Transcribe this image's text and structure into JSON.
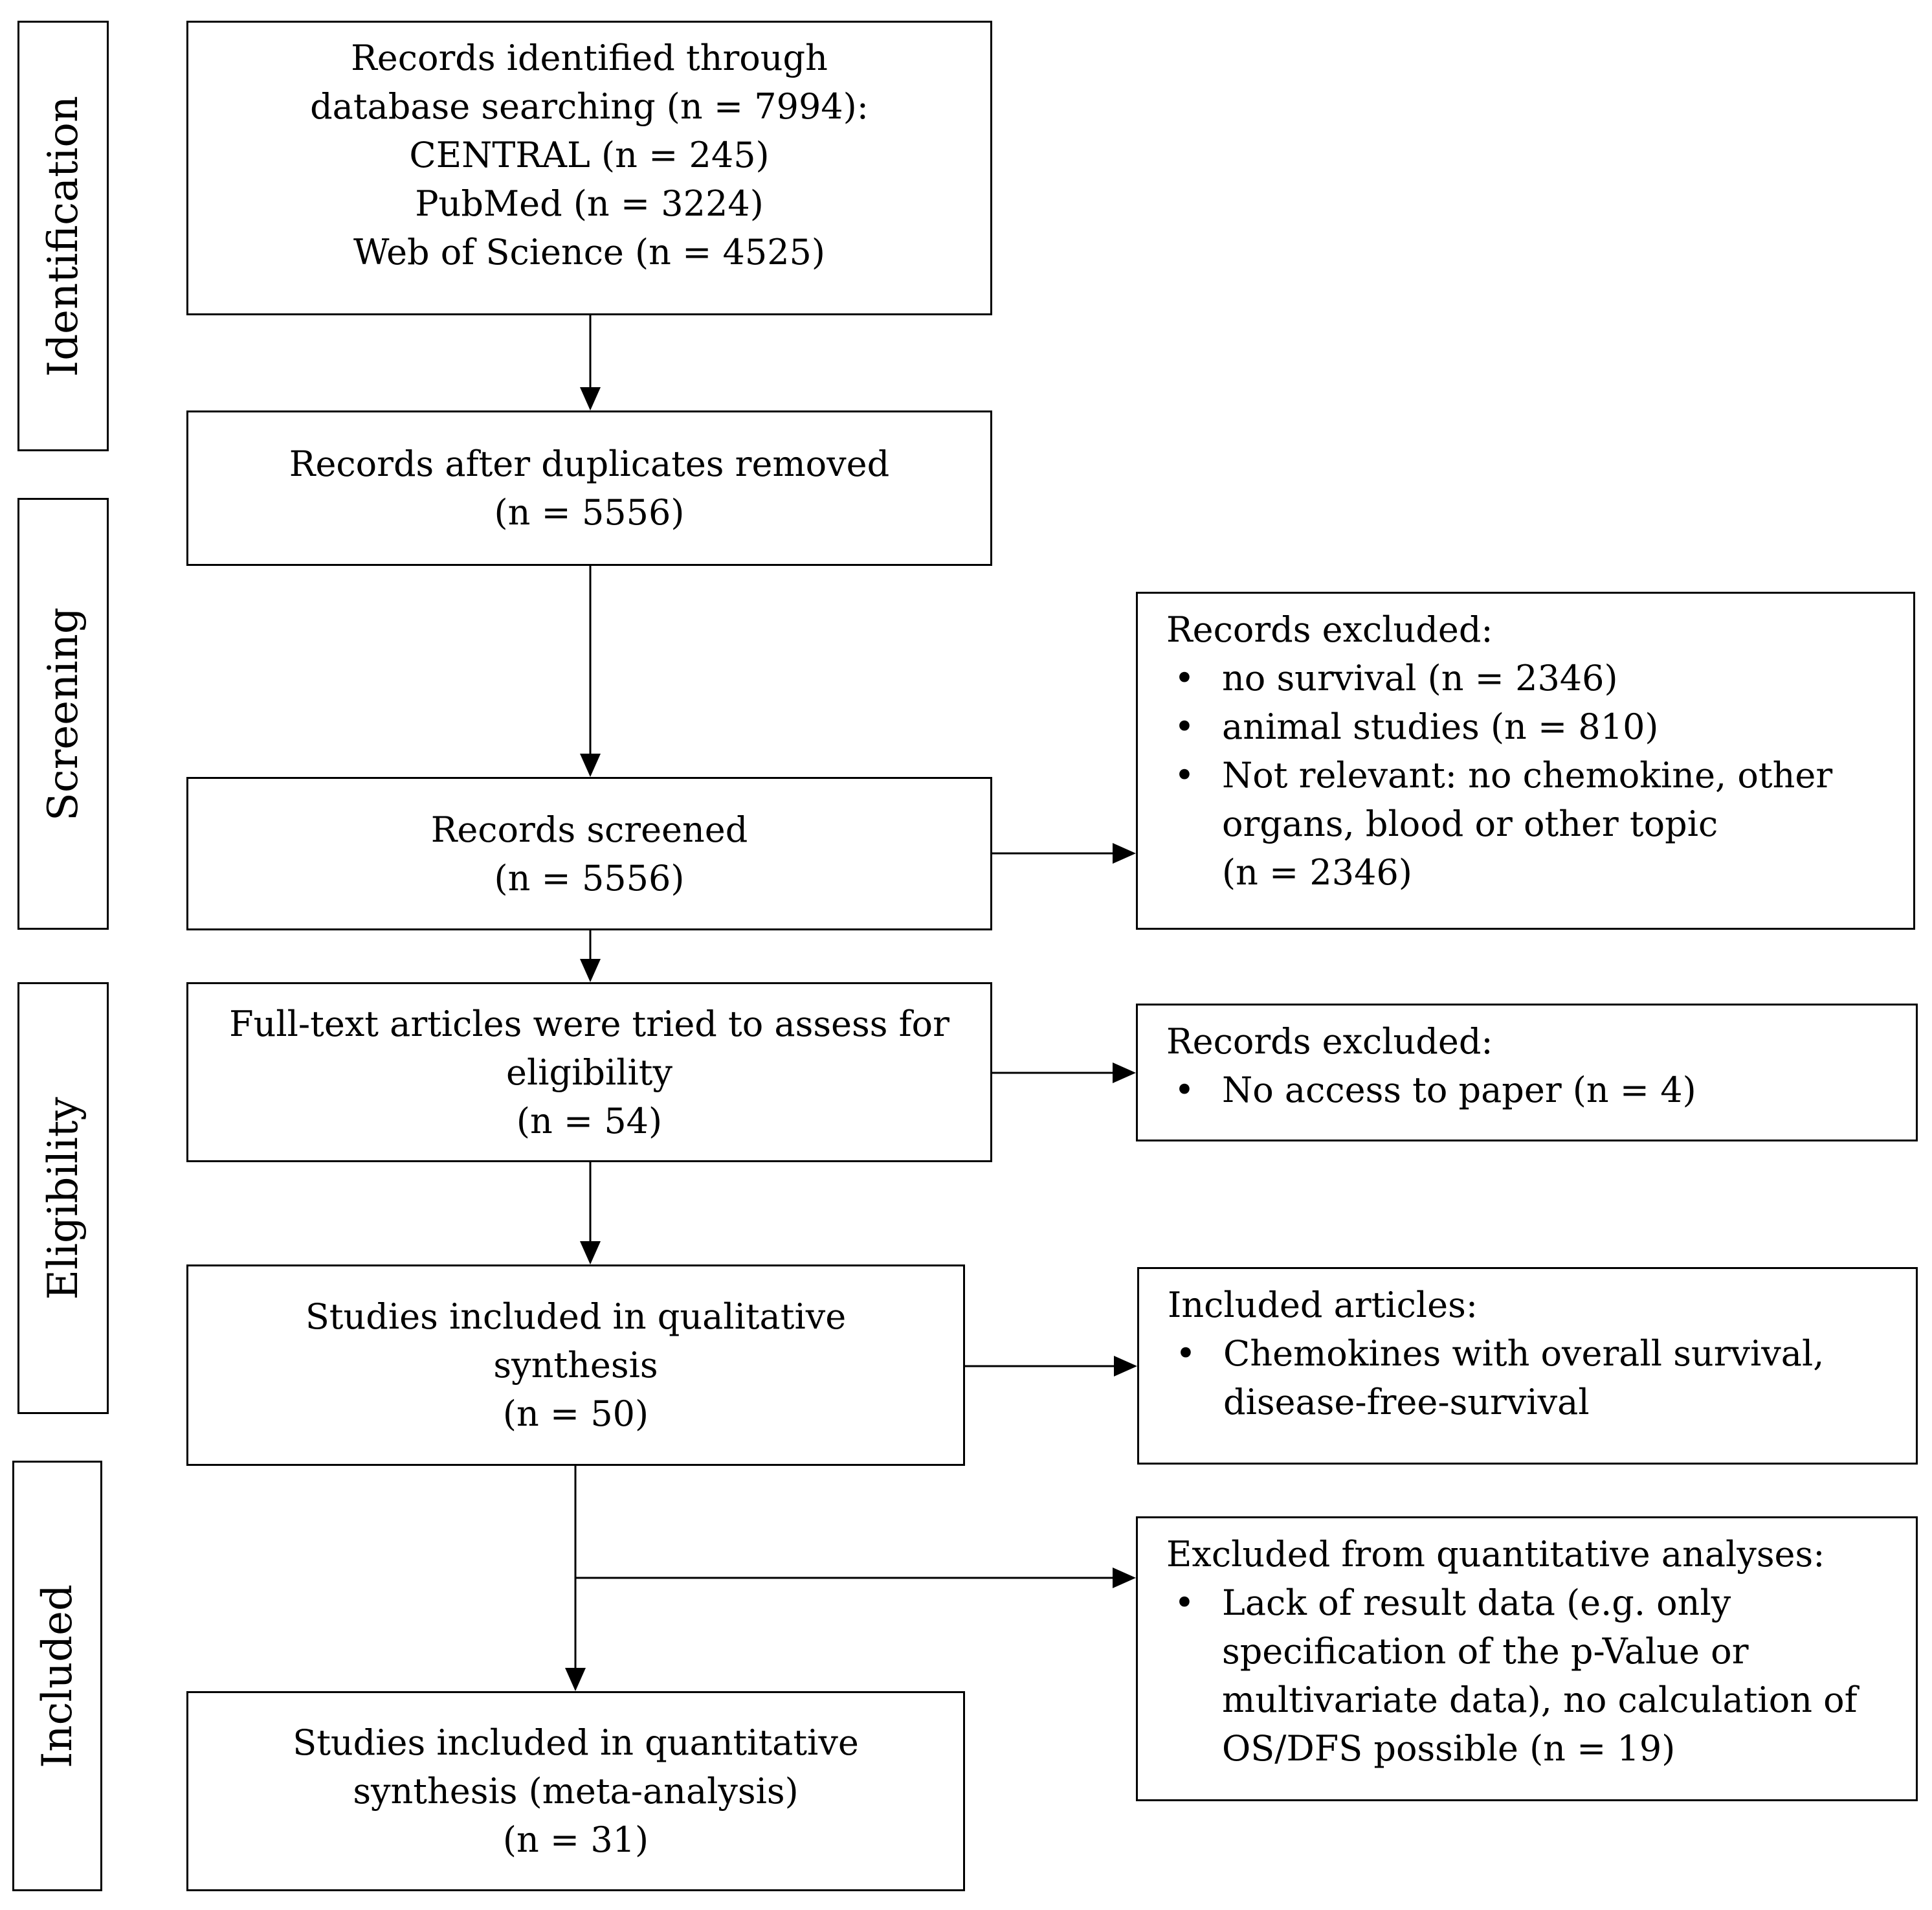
{
  "stages": [
    {
      "label": "Identification"
    },
    {
      "label": "Screening"
    },
    {
      "label": "Eligibility"
    },
    {
      "label": "Included"
    }
  ],
  "flow": [
    {
      "lines": [
        "Records identified through",
        "database searching (n = 7994):",
        "CENTRAL (n = 245)",
        "PubMed (n = 3224)",
        "Web of Science (n = 4525)"
      ]
    },
    {
      "lines": [
        "Records after duplicates removed",
        "(n = 5556)"
      ]
    },
    {
      "lines": [
        "Records screened",
        "(n = 5556)"
      ]
    },
    {
      "lines": [
        "Full-text articles were tried to assess for",
        "eligibility",
        "(n = 54)"
      ]
    },
    {
      "lines": [
        "Studies included in qualitative",
        "synthesis",
        "(n = 50)"
      ]
    },
    {
      "lines": [
        "Studies included in quantitative",
        "synthesis (meta-analysis)",
        "(n = 31)"
      ]
    }
  ],
  "side": [
    {
      "heading": "Records excluded:",
      "bullets": [
        {
          "lines": [
            "no survival (n = 2346)"
          ]
        },
        {
          "lines": [
            "animal studies (n = 810)"
          ]
        },
        {
          "lines": [
            "Not relevant: no chemokine, other",
            "organs, blood or other topic",
            "(n = 2346)"
          ]
        }
      ]
    },
    {
      "heading": "Records excluded:",
      "bullets": [
        {
          "lines": [
            "No access to paper (n = 4)"
          ]
        }
      ]
    },
    {
      "heading": "Included articles:",
      "bullets": [
        {
          "lines": [
            "Chemokines with overall survival,",
            "disease-free-survival"
          ]
        }
      ]
    },
    {
      "heading": "Excluded from quantitative analyses:",
      "bullets": [
        {
          "lines": [
            "Lack of result data (e.g. only",
            "specification of the p-Value or",
            "multivariate data), no calculation of",
            "OS/DFS possible (n = 19)"
          ]
        }
      ]
    }
  ]
}
